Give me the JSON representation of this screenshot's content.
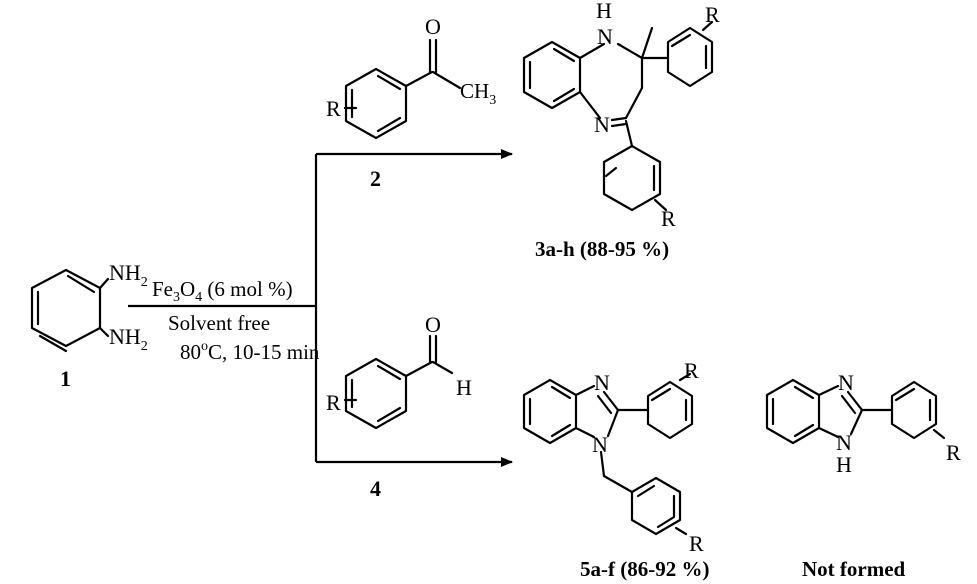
{
  "compounds": {
    "c1_label": "1",
    "c2_label": "2",
    "c3_label": "3a-h (88-95 %)",
    "c4_label": "4",
    "c5_label": "5a-f (86-92 %)",
    "not_formed_label": "Not formed"
  },
  "atoms": {
    "nh2": "NH",
    "sub2": "2",
    "n": "N",
    "h": "H",
    "o": "O",
    "r": "R",
    "ch3": "CH",
    "sub3": "3"
  },
  "conditions": {
    "fe": "Fe",
    "fe_sub": "3",
    "o": "O",
    "o_sub": "4",
    "loading": " (6 mol %)",
    "line2": "Solvent free",
    "temp": "80",
    "temp_sup": "o",
    "temp_rest": "C, 10-15 min"
  },
  "colors": {
    "ink": "#000000",
    "background": "#ffffff"
  }
}
